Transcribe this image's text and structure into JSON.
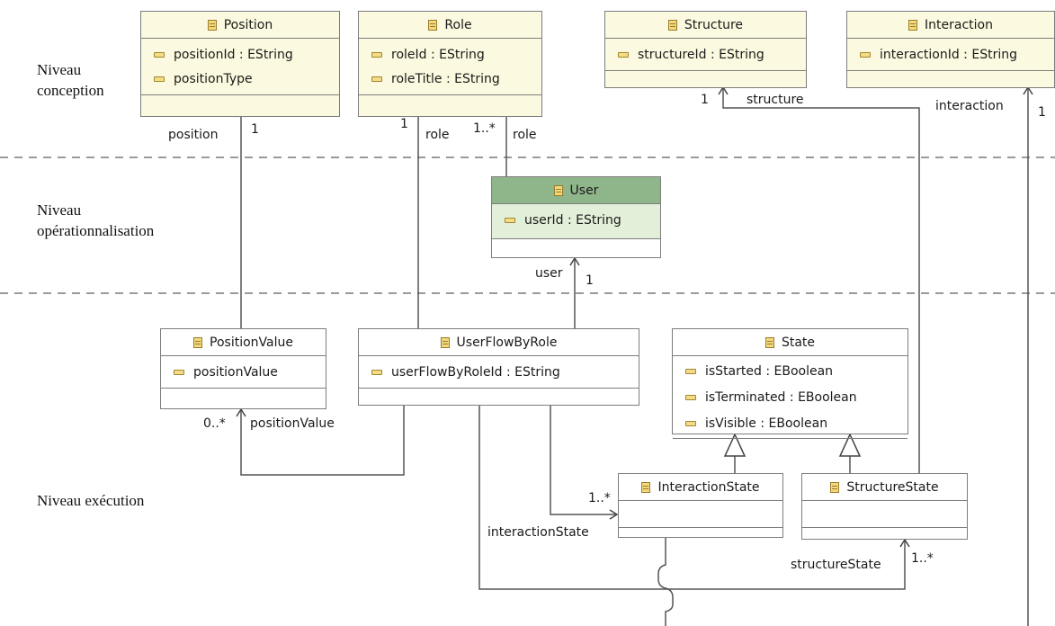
{
  "levels": {
    "conception": [
      "Niveau",
      "conception"
    ],
    "operationnalisation": [
      "Niveau",
      "opérationnalisation"
    ],
    "execution": [
      "Niveau exécution"
    ]
  },
  "classes": {
    "position": {
      "name": "Position",
      "attrs": [
        "positionId : EString",
        "positionType"
      ]
    },
    "role": {
      "name": "Role",
      "attrs": [
        "roleId : EString",
        "roleTitle : EString"
      ]
    },
    "structure": {
      "name": "Structure",
      "attrs": [
        "structureId : EString"
      ]
    },
    "interaction": {
      "name": "Interaction",
      "attrs": [
        "interactionId : EString"
      ]
    },
    "user": {
      "name": "User",
      "attrs": [
        "userId : EString"
      ]
    },
    "positionValue": {
      "name": "PositionValue",
      "attrs": [
        "positionValue"
      ]
    },
    "userFlowByRole": {
      "name": "UserFlowByRole",
      "attrs": [
        "userFlowByRoleId : EString"
      ]
    },
    "state": {
      "name": "State",
      "attrs": [
        "isStarted : EBoolean",
        "isTerminated : EBoolean",
        "isVisible : EBoolean"
      ]
    },
    "interactionState": {
      "name": "InteractionState",
      "attrs": []
    },
    "structureState": {
      "name": "StructureState",
      "attrs": []
    }
  },
  "edge_labels": {
    "position_role": "position",
    "position_mult": "1",
    "role_mult_a": "1",
    "role_role_a": "role",
    "role_mult_b": "1..*",
    "role_role_b": "role",
    "structure_mult": "1",
    "structure_role": "structure",
    "interaction_role": "interaction",
    "interaction_mult": "1",
    "user_role": "user",
    "user_mult": "1",
    "positionValue_mult": "0..*",
    "positionValue_role": "positionValue",
    "interactionState_mult": "1..*",
    "interactionState_role": "interactionState",
    "structureState_role": "structureState",
    "structureState_mult": "1..*"
  }
}
